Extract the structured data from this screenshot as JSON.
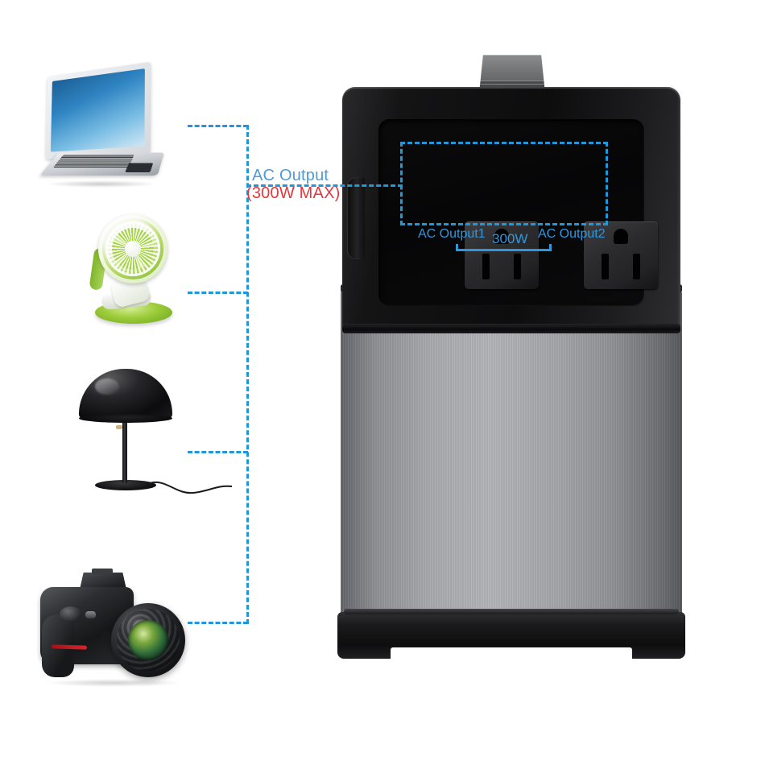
{
  "page": {
    "title": "Portable Power Station AC Output Callout",
    "background": "#ffffff"
  },
  "colors": {
    "callout_blue": "#2196d9",
    "label_blue": "#2f97dd",
    "label_blue_soft": "#4f9ad6",
    "warning_red": "#e8353a",
    "device_black": "#101011",
    "device_silver": "#a7a9ad",
    "handle_gray": "#76787a"
  },
  "callouts": {
    "ac_output_label": "AC Output",
    "max_power_label": "(300W MAX)"
  },
  "panel_labels": {
    "outlet1": "AC Output1",
    "outlet2": "AC Output2",
    "combined_power": "300W"
  },
  "appliances": [
    {
      "id": "laptop",
      "name": "Laptop computer",
      "icon": "laptop-icon"
    },
    {
      "id": "fan",
      "name": "Clip-on desk fan",
      "icon": "fan-icon"
    },
    {
      "id": "lamp",
      "name": "Table lamp",
      "icon": "lamp-icon"
    },
    {
      "id": "camera",
      "name": "DSLR camera",
      "icon": "camera-icon"
    }
  ],
  "device": {
    "name": "Portable power station",
    "handle": "Carry strap handle",
    "outlets": [
      {
        "id": "outlet-1",
        "type": "NEMA 5-15R"
      },
      {
        "id": "outlet-2",
        "type": "NEMA 5-15R"
      }
    ]
  }
}
